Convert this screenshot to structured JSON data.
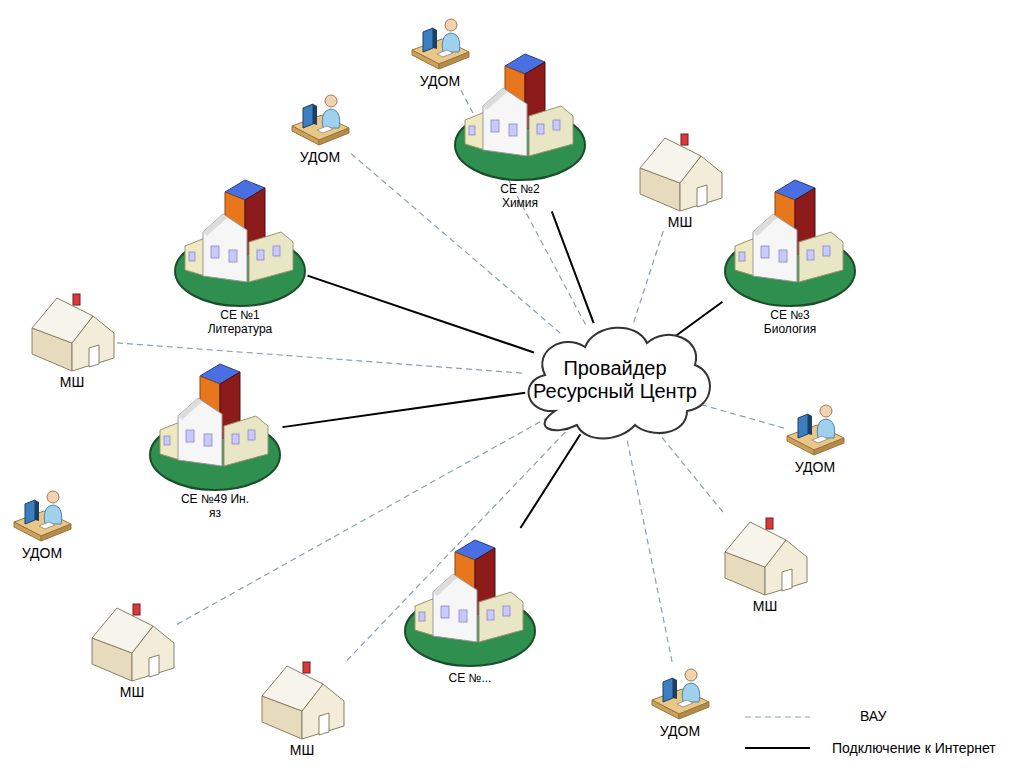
{
  "diagram": {
    "nodes": [
      {
        "text": [
          "УДОМ"
        ]
      },
      {
        "text": [
          "УДОМ"
        ]
      },
      {
        "text": [
          "СЕ №2 Химия"
        ]
      },
      {
        "text": [
          "МШ"
        ]
      },
      {
        "text": [
          "СЕ №1 Литература"
        ]
      },
      {
        "text": [
          "СЕ №3 Биология"
        ]
      },
      {
        "text": [
          "МШ"
        ]
      },
      {
        "text": [
          "Провайдер Ресурсный Центр"
        ]
      },
      {
        "text": [
          "УДОМ"
        ]
      },
      {
        "text": [
          "СЕ №49 Ин. яз"
        ]
      },
      {
        "text": [
          "УДОМ"
        ]
      },
      {
        "text": [
          "МШ"
        ]
      },
      {
        "text": [
          "СЕ №..."
        ]
      },
      {
        "text": [
          "МШ"
        ]
      },
      {
        "text": [
          "МШ"
        ]
      },
      {
        "text": [
          "УДОМ"
        ]
      }
    ],
    "edges": [
      {
        "from": 0,
        "to": 7,
        "arrow": "none"
      },
      {
        "from": 1,
        "to": 7,
        "arrow": "none"
      },
      {
        "from": 2,
        "to": 7,
        "arrow": "none"
      },
      {
        "from": 3,
        "to": 7,
        "arrow": "none"
      },
      {
        "from": 4,
        "to": 7,
        "arrow": "none"
      },
      {
        "from": 5,
        "to": 7,
        "arrow": "none"
      },
      {
        "from": 6,
        "to": 7,
        "arrow": "none"
      },
      {
        "from": 8,
        "to": 7,
        "arrow": "none"
      },
      {
        "from": 9,
        "to": 7,
        "arrow": "none"
      },
      {
        "from": 11,
        "to": 7,
        "arrow": "none"
      },
      {
        "from": 12,
        "to": 7,
        "arrow": "none"
      },
      {
        "from": 13,
        "to": 7,
        "arrow": "none"
      },
      {
        "from": 14,
        "to": 7,
        "arrow": "none"
      },
      {
        "from": 15,
        "to": 7,
        "arrow": "none"
      }
    ],
    "legend": [
      {
        "text": "ВАУ"
      },
      {
        "text": "Подключение к Интернет"
      }
    ]
  }
}
